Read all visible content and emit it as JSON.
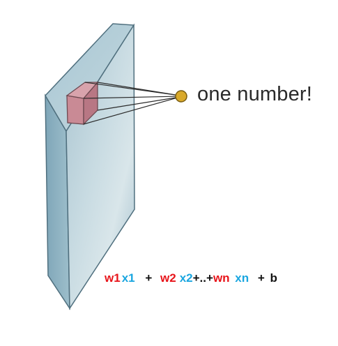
{
  "caption": "one number!",
  "formula": {
    "w1": "w1",
    "x1": "x1",
    "plus1": "+",
    "w2": "w2",
    "x2": "x2",
    "ellipsis": "+..+",
    "wn": "wn",
    "xn": "xn",
    "plus2": "+",
    "b": "b"
  },
  "colors": {
    "weight": "#e8141a",
    "input": "#1aa6e0",
    "volume_face": "#b9cfd8",
    "volume_side": "#8fb3c3",
    "receptive_field": "#c98a95",
    "output_neuron": "#d9a92a"
  },
  "icons": [
    "input-volume",
    "receptive-field-cube",
    "output-neuron"
  ]
}
